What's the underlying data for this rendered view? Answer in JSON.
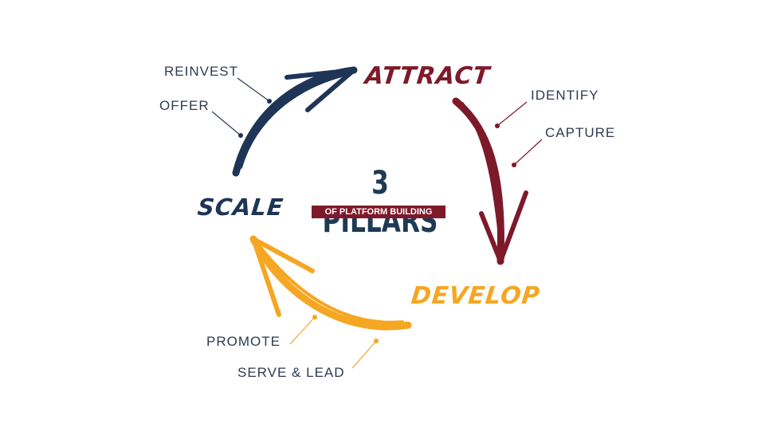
{
  "diagram": {
    "center": {
      "title": "3 PILLARS",
      "subtitle": "OF PLATFORM BUILDING"
    },
    "stages": {
      "attract": {
        "label": "ATTRACT",
        "color": "#7d1a2a"
      },
      "develop": {
        "label": "DEVELOP",
        "color": "#f5a623"
      },
      "scale": {
        "label": "SCALE",
        "color": "#1e3557"
      }
    },
    "steps": {
      "reinvest": "REINVEST",
      "offer": "OFFER",
      "identify": "IDENTIFY",
      "capture": "CAPTURE",
      "promote": "PROMOTE",
      "serve_lead": "SERVE & LEAD"
    },
    "text_color": "#2f3b52"
  }
}
